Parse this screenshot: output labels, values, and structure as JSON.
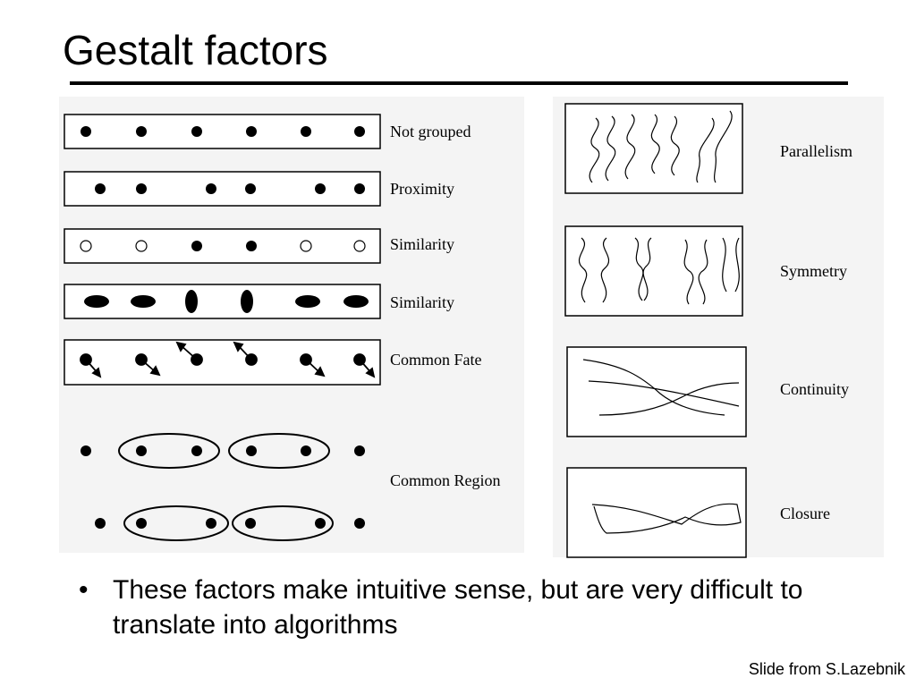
{
  "title": "Gestalt factors",
  "left_panel": {
    "rows": [
      {
        "label": "Not grouped"
      },
      {
        "label": "Proximity"
      },
      {
        "label": "Similarity"
      },
      {
        "label": "Similarity"
      },
      {
        "label": "Common Fate"
      }
    ],
    "common_region_label": "Common Region"
  },
  "right_panel": {
    "items": [
      {
        "label": "Parallelism"
      },
      {
        "label": "Symmetry"
      },
      {
        "label": "Continuity"
      },
      {
        "label": "Closure"
      }
    ]
  },
  "bullets": [
    {
      "marker": "•",
      "text": "These factors make intuitive sense, but are very difficult to translate into algorithms"
    }
  ],
  "credit": "Slide from S.Lazebnik",
  "colors": {
    "background": "#ffffff",
    "ink": "#000000",
    "figure_bg": "#f4f4f4"
  }
}
